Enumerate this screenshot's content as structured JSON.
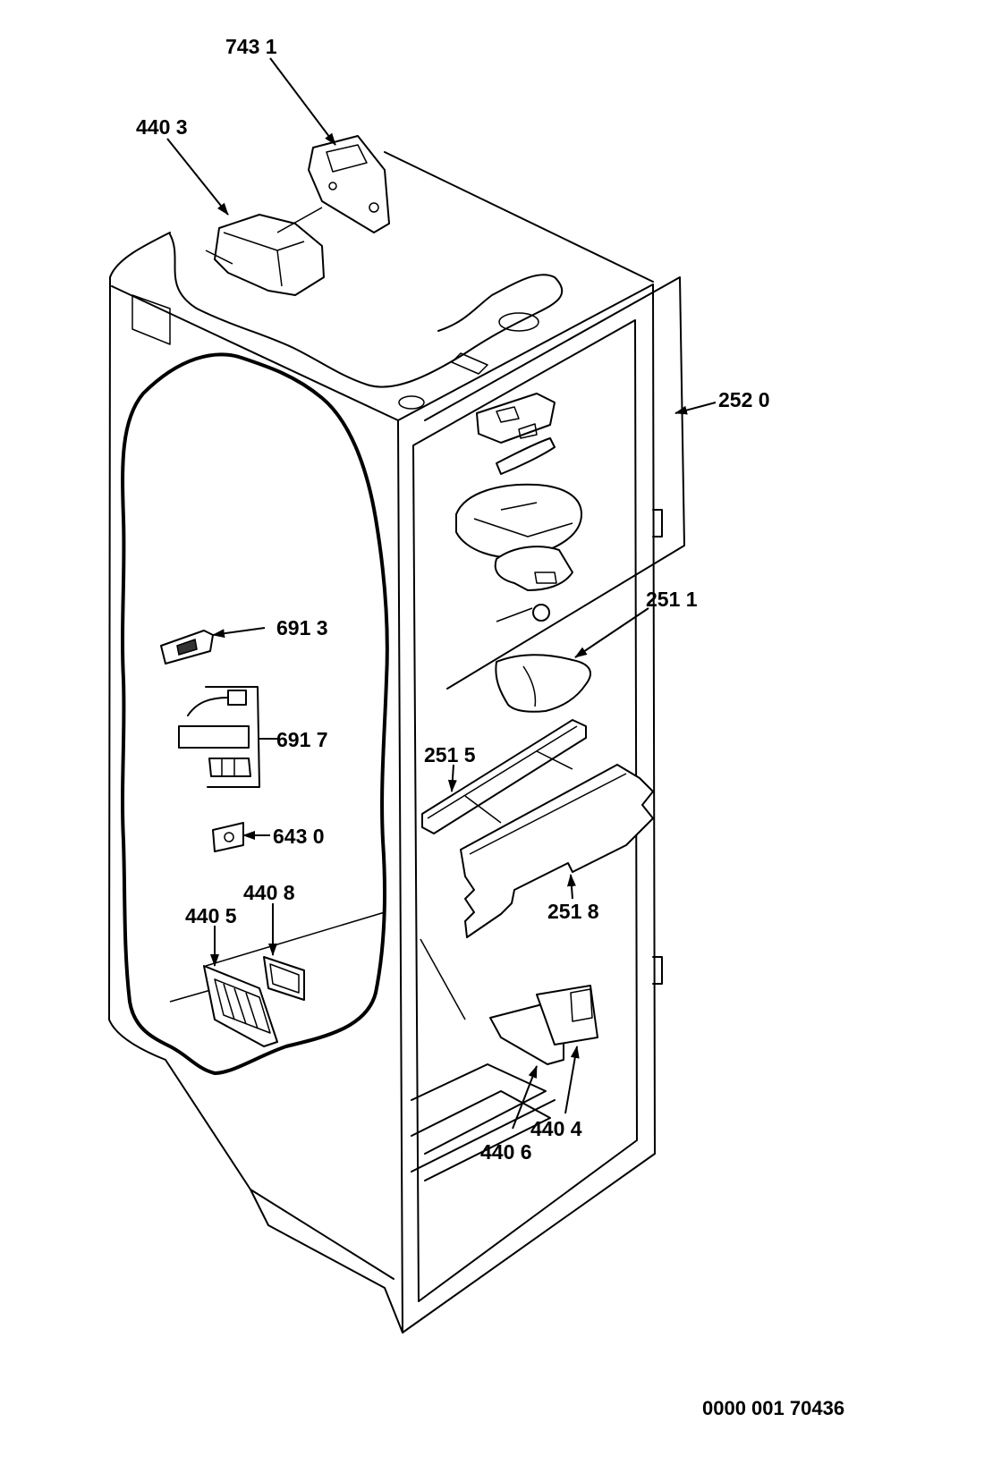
{
  "callouts": {
    "p7431": "743 1",
    "p4403": "440 3",
    "p2520": "252 0",
    "p2511": "251 1",
    "p6913": "691 3",
    "p6917": "691 7",
    "p2515": "251 5",
    "p6430": "643 0",
    "p4408": "440 8",
    "p4405": "440 5",
    "p2518": "251 8",
    "p4404": "440 4",
    "p4406": "440 6"
  },
  "document_number": "0000 001 70436"
}
